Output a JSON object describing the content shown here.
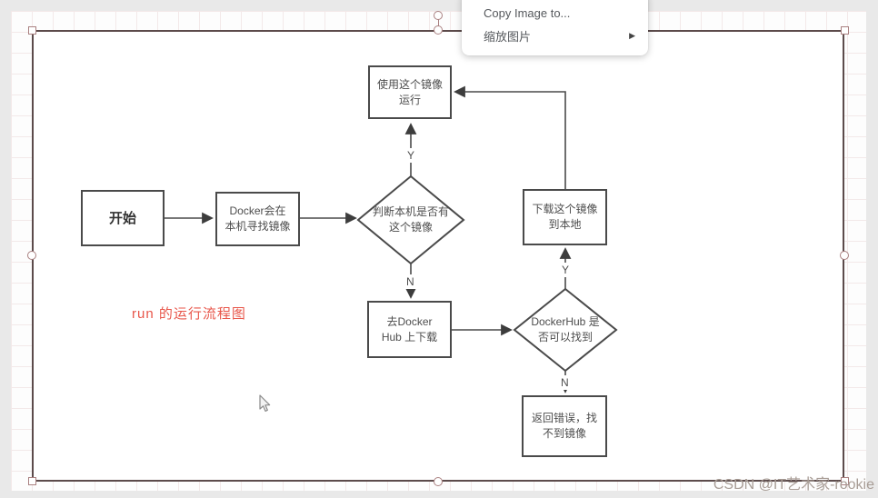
{
  "context_menu": {
    "items": [
      {
        "id": "copy-image-to",
        "label": "Copy Image to..."
      },
      {
        "id": "zoom-image",
        "label": "缩放图片",
        "submenu": true
      }
    ],
    "submenu_arrow": "▶"
  },
  "flowchart": {
    "caption": "run 的运行流程图",
    "nodes": [
      {
        "id": "start",
        "label": "开始"
      },
      {
        "id": "find-local",
        "label": "Docker会在\n本机寻找镜像"
      },
      {
        "id": "check-local",
        "label": "判断本机是否有\n这个镜像"
      },
      {
        "id": "use-image",
        "label": "使用这个镜像\n运行"
      },
      {
        "id": "go-hub",
        "label": "去Docker\nHub 上下载"
      },
      {
        "id": "check-hub",
        "label": "DockerHub 是\n否可以找到"
      },
      {
        "id": "download",
        "label": "下载这个镜像\n到本地"
      },
      {
        "id": "error",
        "label": "返回错误，找\n不到镜像"
      }
    ],
    "edge_labels": {
      "check_local_yes": "Y",
      "check_local_no": "N",
      "check_hub_yes": "Y",
      "check_hub_no": "N"
    }
  },
  "watermark": "CSDN @IT艺术家-rookie",
  "colors": {
    "caption": "#e8564a",
    "selection_border": "#5c4b4b",
    "flow_stroke": "#4a4a4a",
    "background": "#e9e9e9"
  }
}
